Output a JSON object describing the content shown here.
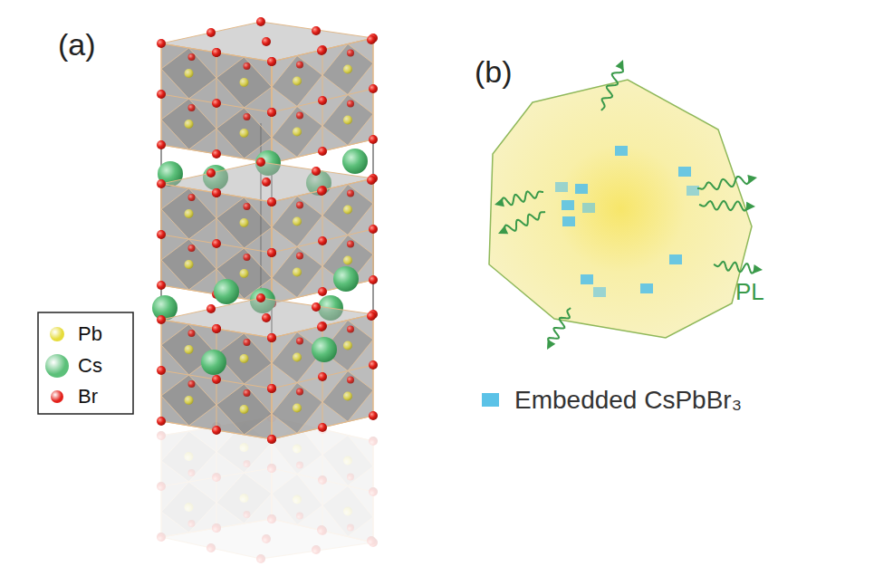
{
  "diagram": {
    "labels": [
      "(a)",
      "(b)",
      "PL"
    ],
    "legend": [
      {
        "text": "Pb",
        "color": "#e6dc3c"
      },
      {
        "text": "Cs",
        "color": "#5cc07a"
      },
      {
        "text": "Br",
        "color": "#e3201a"
      },
      {
        "text": "Embedded CsPbBr₃",
        "color": "#5bc2e7"
      }
    ]
  }
}
